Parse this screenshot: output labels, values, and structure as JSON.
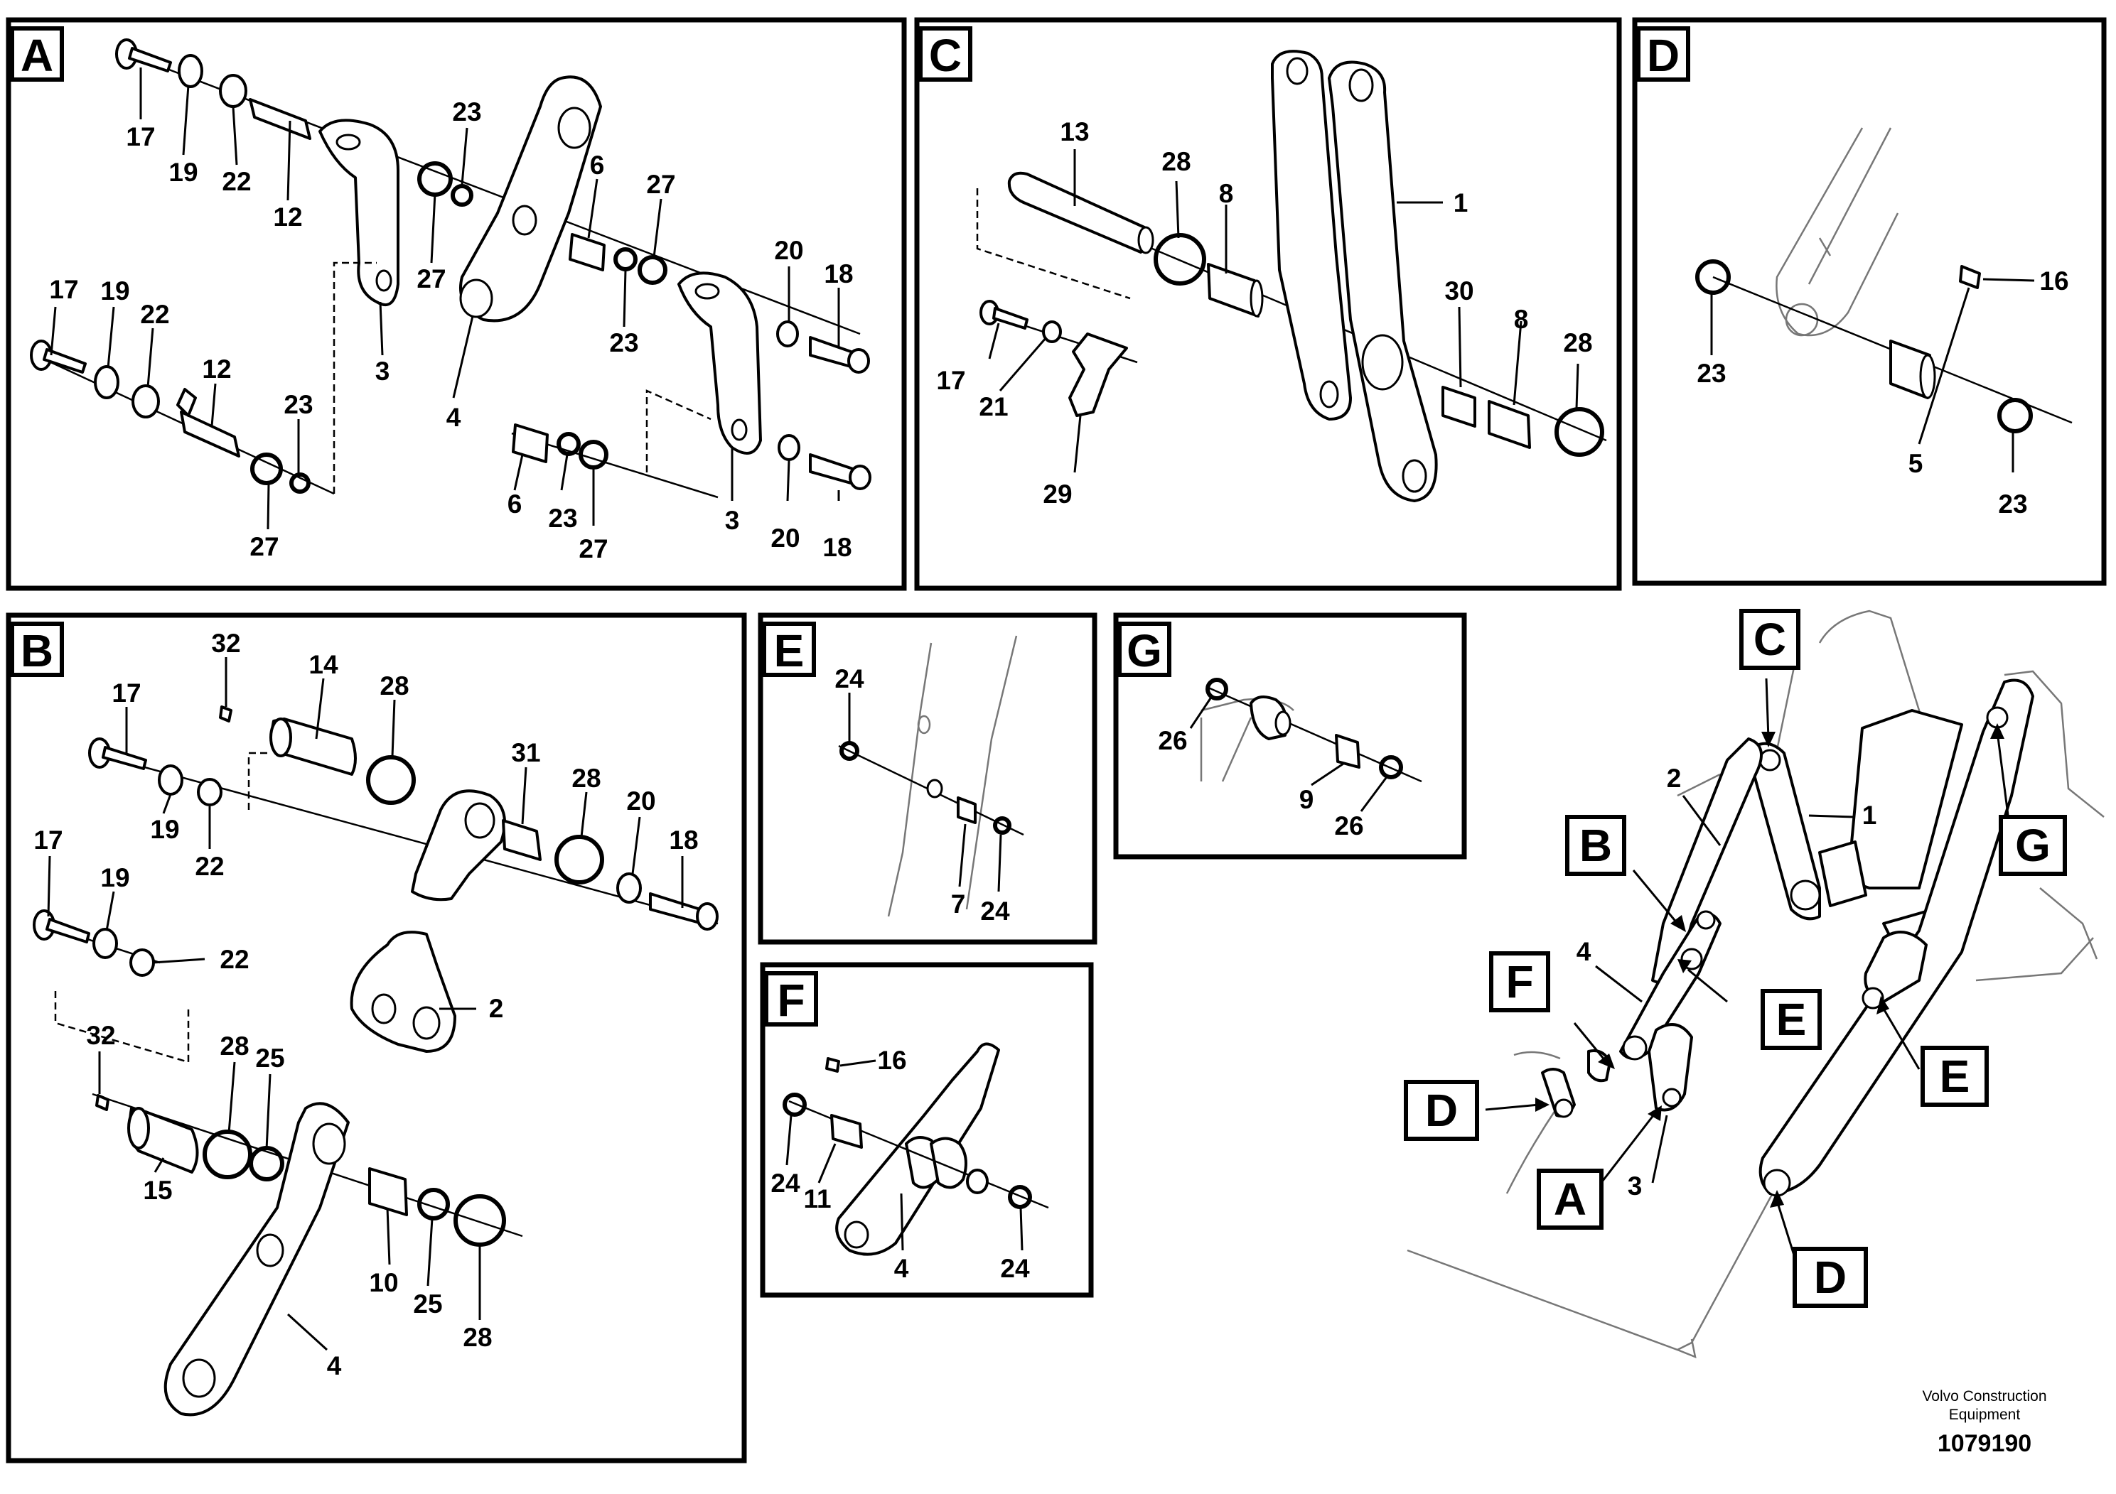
{
  "panels": {
    "A": {
      "letter": "A",
      "callouts": [
        "17",
        "19",
        "22",
        "12",
        "23",
        "27",
        "3",
        "4",
        "6",
        "27",
        "23",
        "20",
        "18",
        "17",
        "19",
        "22",
        "12",
        "23",
        "27",
        "6",
        "23",
        "27",
        "3",
        "20",
        "18"
      ]
    },
    "B": {
      "letter": "B",
      "callouts": [
        "32",
        "14",
        "28",
        "17",
        "19",
        "22",
        "31",
        "28",
        "20",
        "18",
        "17",
        "19",
        "22",
        "2",
        "32",
        "28",
        "25",
        "15",
        "10",
        "25",
        "28",
        "4"
      ]
    },
    "C": {
      "letter": "C",
      "callouts": [
        "13",
        "28",
        "8",
        "1",
        "17",
        "21",
        "29",
        "30",
        "8",
        "28"
      ]
    },
    "D": {
      "letter": "D",
      "callouts": [
        "16",
        "23",
        "5",
        "23"
      ]
    },
    "E": {
      "letter": "E",
      "callouts": [
        "24",
        "7",
        "24"
      ]
    },
    "F": {
      "letter": "F",
      "callouts": [
        "16",
        "24",
        "11",
        "4",
        "24"
      ]
    },
    "G": {
      "letter": "G",
      "callouts": [
        "26",
        "9",
        "26"
      ]
    }
  },
  "overview": {
    "labels": [
      "C",
      "B",
      "F",
      "D",
      "A",
      "E",
      "E",
      "G",
      "D"
    ],
    "callouts": [
      "2",
      "1",
      "4",
      "3"
    ]
  },
  "footer": {
    "brand_line1": "Volvo Construction",
    "brand_line2": "Equipment",
    "drawing_number": "1079190"
  }
}
